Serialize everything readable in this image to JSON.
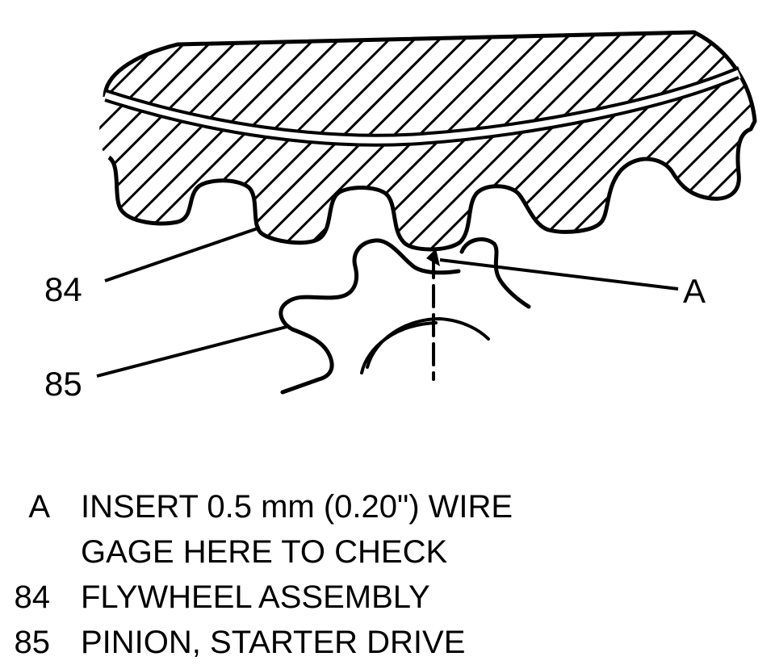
{
  "callouts": {
    "a": "A",
    "n84": "84",
    "n85": "85"
  },
  "legend": {
    "items": [
      {
        "key": "A",
        "lines": [
          "INSERT 0.5 mm (0.20\") WIRE",
          "GAGE HERE TO CHECK"
        ]
      },
      {
        "key": "84",
        "lines": [
          "FLYWHEEL ASSEMBLY"
        ]
      },
      {
        "key": "85",
        "lines": [
          "PINION, STARTER DRIVE"
        ]
      }
    ]
  },
  "colors": {
    "ink": "#000000",
    "paper": "#ffffff"
  }
}
